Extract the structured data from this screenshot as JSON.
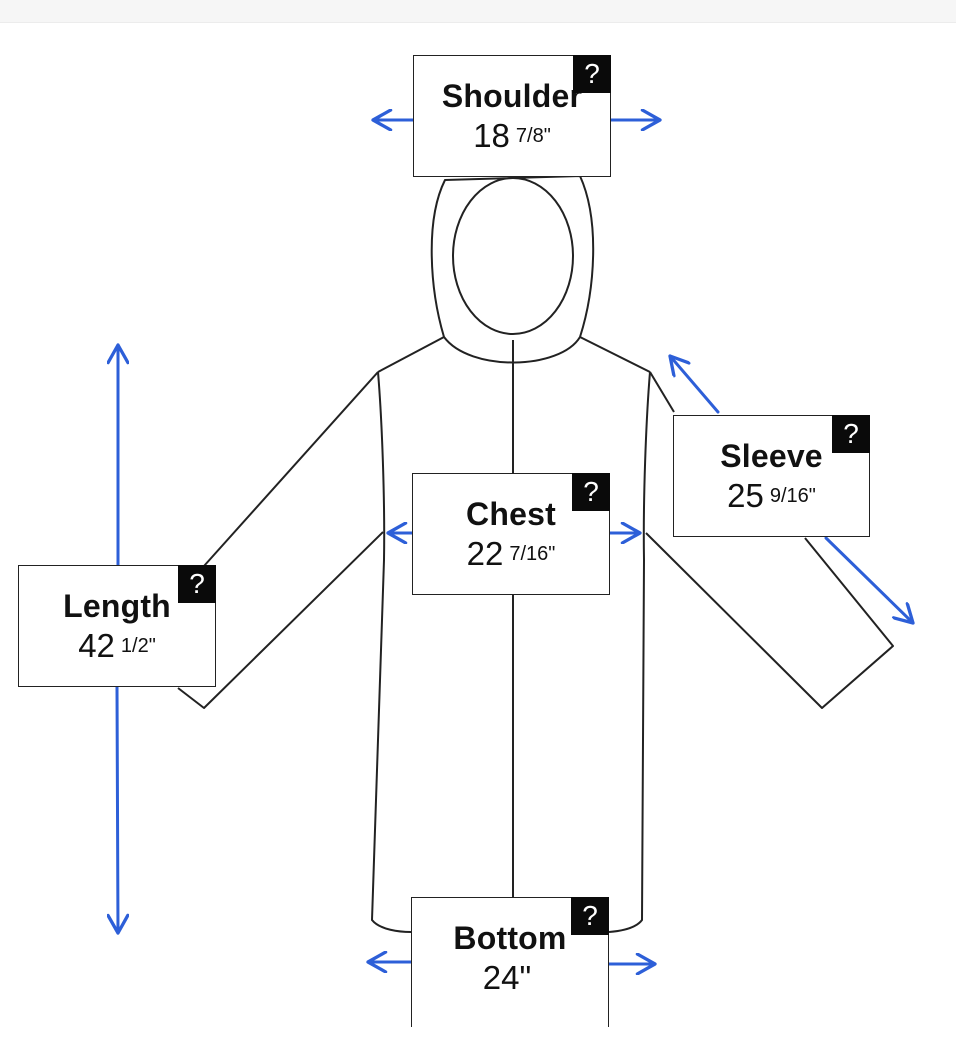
{
  "colors": {
    "arrow": "#2d5fd8",
    "outline": "#222222",
    "help_bg": "#0a0a0a"
  },
  "measurements": {
    "shoulder": {
      "label": "Shoulder",
      "whole": "18",
      "fraction": "7/8\"",
      "help": "?"
    },
    "sleeve": {
      "label": "Sleeve",
      "whole": "25",
      "fraction": "9/16\"",
      "help": "?"
    },
    "chest": {
      "label": "Chest",
      "whole": "22",
      "fraction": "7/16\"",
      "help": "?"
    },
    "length": {
      "label": "Length",
      "whole": "42",
      "fraction": "1/2\"",
      "help": "?"
    },
    "bottom": {
      "label": "Bottom",
      "whole": "24\"",
      "fraction": "",
      "help": "?"
    }
  },
  "icons": [
    "help-icon",
    "arrow-icon",
    "coat-outline-icon"
  ]
}
